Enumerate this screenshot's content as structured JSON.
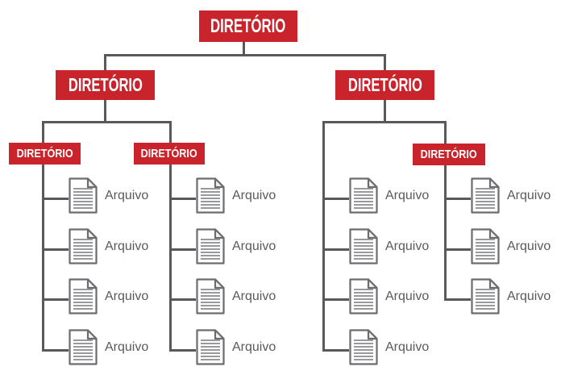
{
  "diagram": {
    "kind": "directory-tree",
    "colors": {
      "box_red": "#c9242c",
      "box_text": "#ffffff",
      "line": "#58595b",
      "file_text": "#595a5c",
      "icon_outline": "#6b6c6f",
      "icon_rules": "#97999c"
    },
    "root": {
      "label": "DIRETÓRIO",
      "children": [
        {
          "label": "DIRETÓRIO",
          "children": [
            {
              "label": "DIRETÓRIO",
              "files": [
                "Arquivo",
                "Arquivo",
                "Arquivo",
                "Arquivo"
              ]
            },
            {
              "label": "DIRETÓRIO",
              "files": [
                "Arquivo",
                "Arquivo",
                "Arquivo",
                "Arquivo"
              ]
            }
          ]
        },
        {
          "label": "DIRETÓRIO",
          "files": [
            "Arquivo",
            "Arquivo",
            "Arquivo",
            "Arquivo"
          ],
          "children": [
            {
              "label": "DIRETÓRIO",
              "files": [
                "Arquivo",
                "Arquivo",
                "Arquivo"
              ]
            }
          ]
        }
      ]
    }
  }
}
